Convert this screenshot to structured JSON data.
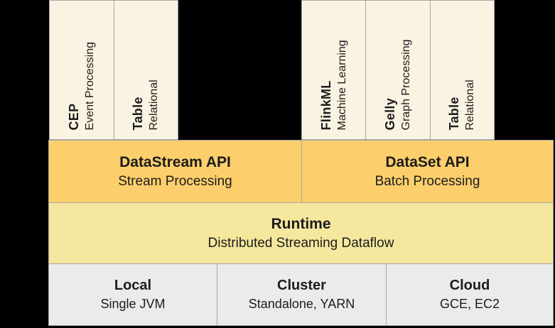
{
  "diagram": {
    "description": "Apache Flink software stack",
    "colors": {
      "background": "#000000",
      "library_bg": "#faf3e2",
      "api_bg": "#fccf6c",
      "runtime_bg": "#f5e79e",
      "deploy_bg": "#ebebeb",
      "border": "#a6a6a6",
      "text": "#1c1c1c"
    },
    "libraries": {
      "left": [
        {
          "name": "CEP",
          "desc": "Event Processing"
        },
        {
          "name": "Table",
          "desc": "Relational"
        }
      ],
      "right": [
        {
          "name": "FlinkML",
          "desc": "Machine Learning"
        },
        {
          "name": "Gelly",
          "desc": "Graph Processing"
        },
        {
          "name": "Table",
          "desc": "Relational"
        }
      ]
    },
    "apis": [
      {
        "title": "DataStream API",
        "subtitle": "Stream Processing"
      },
      {
        "title": "DataSet API",
        "subtitle": "Batch Processing"
      }
    ],
    "runtime": {
      "title": "Runtime",
      "subtitle": "Distributed Streaming Dataflow"
    },
    "deployments": [
      {
        "title": "Local",
        "subtitle": "Single JVM"
      },
      {
        "title": "Cluster",
        "subtitle": "Standalone, YARN"
      },
      {
        "title": "Cloud",
        "subtitle": "GCE, EC2"
      }
    ]
  }
}
